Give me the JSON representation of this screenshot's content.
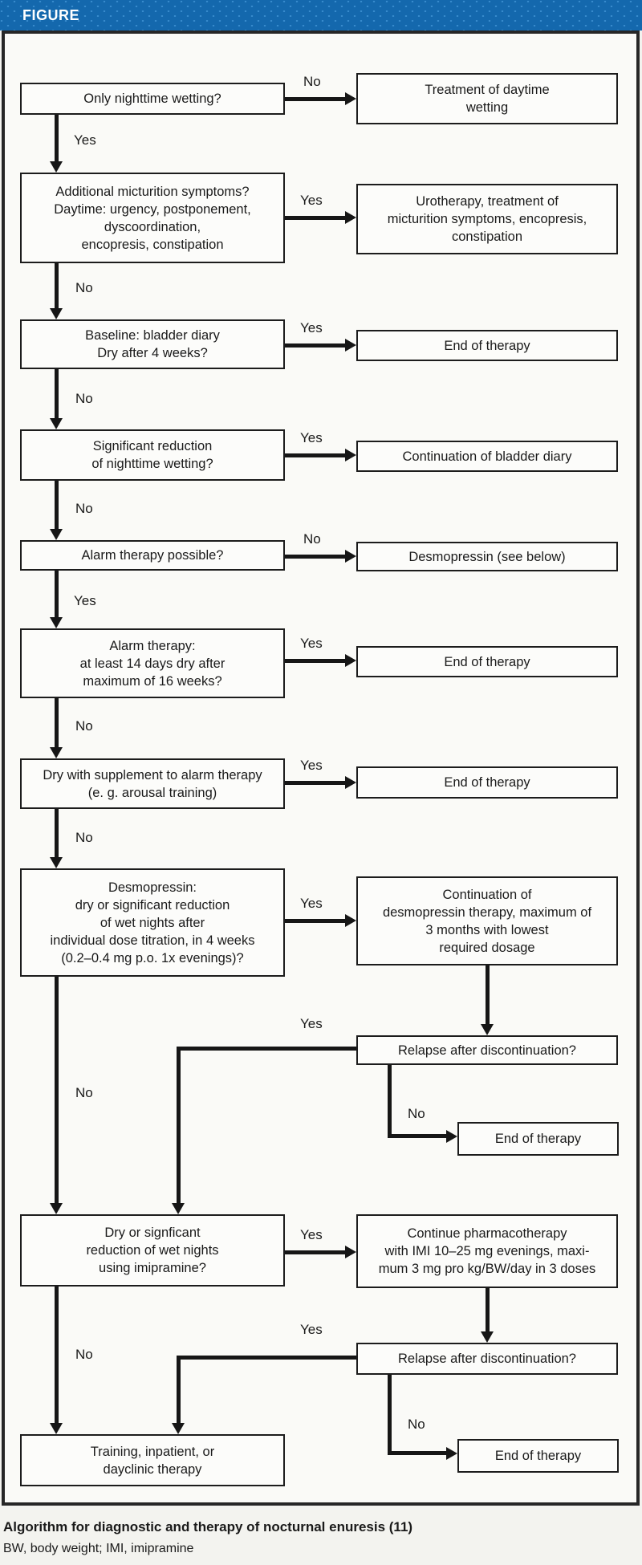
{
  "header": {
    "title": "FIGURE"
  },
  "nodes": {
    "q1": "Only nighttime wetting?",
    "r1": "Treatment of daytime\nwetting",
    "q2": "Additional micturition symptoms?\nDaytime: urgency, postponement,\ndyscoordination,\nencopresis, constipation",
    "r2": "Urotherapy, treatment of\nmicturition symptoms, encopresis,\nconstipation",
    "q3": "Baseline: bladder diary\nDry after 4 weeks?",
    "r3": "End of therapy",
    "q4": "Significant reduction\nof nighttime wetting?",
    "r4": "Continuation of bladder diary",
    "q5": "Alarm therapy possible?",
    "r5": "Desmopressin (see below)",
    "q6": "Alarm therapy:\nat least 14 days dry after\nmaximum of 16 weeks?",
    "r6": "End of therapy",
    "q7": "Dry with supplement to alarm therapy\n(e. g. arousal training)",
    "r7": "End of therapy",
    "q8": "Desmopressin:\ndry or significant reduction\nof wet nights after\nindividual dose titration, in 4 weeks\n(0.2–0.4 mg p.o. 1x evenings)?",
    "r8": "Continuation of\ndesmopressin therapy, maximum of\n3 months with lowest\nrequired dosage",
    "relapse1": "Relapse after discontinuation?",
    "end1": "End of therapy",
    "q9": "Dry or signficant\nreduction of wet nights\nusing imipramine?",
    "r9": "Continue pharmacotherapy\nwith IMI 10–25 mg evenings, maxi-\nmum 3 mg pro kg/BW/day in 3 doses",
    "relapse2": "Relapse after discontinuation?",
    "end2": "End of therapy",
    "q10": "Training, inpatient, or\ndayclinic therapy"
  },
  "labels": {
    "yes": "Yes",
    "no": "No"
  },
  "caption": {
    "title": "Algorithm for diagnostic and therapy of nocturnal enuresis (11)",
    "abbreviations": "BW, body weight; IMI, imipramine"
  },
  "colors": {
    "header_bg": "#1468ad",
    "header_dot": "#3c8fd0",
    "border": "#1c1c1c",
    "line": "#161616",
    "panel_bg": "#fafaf7",
    "page_bg": "#f3f3ef"
  }
}
